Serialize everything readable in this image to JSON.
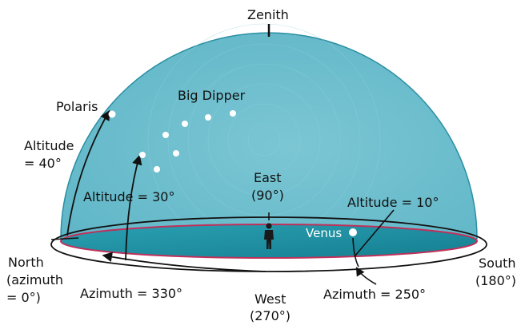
{
  "labels": {
    "zenith": "Zenith",
    "polaris": "Polaris",
    "big_dipper": "Big Dipper",
    "altitude_40": [
      "Altitude",
      "= 40°"
    ],
    "altitude_30": "Altitude = 30°",
    "east": [
      "East",
      "(90°)"
    ],
    "altitude_10": "Altitude = 10°",
    "venus": "Venus",
    "north": [
      "North",
      "(azimuth",
      "= 0°)"
    ],
    "south": [
      "South",
      "(180°)"
    ],
    "west": [
      "West",
      "(270°)"
    ],
    "azimuth_330": "Azimuth = 330°",
    "azimuth_250": "Azimuth = 250°"
  },
  "colors": {
    "dome_fill": "#5fb6c7",
    "dome_edge": "#2a8fa3",
    "floor_fill": "#1f93a6",
    "floor_rim": "#c0305a",
    "arrow": "#111111",
    "star": "#ffffff",
    "observer": "#1a1a1a"
  },
  "icons": {
    "observer": "person-silhouette-icon",
    "star": "star-dot-icon"
  }
}
